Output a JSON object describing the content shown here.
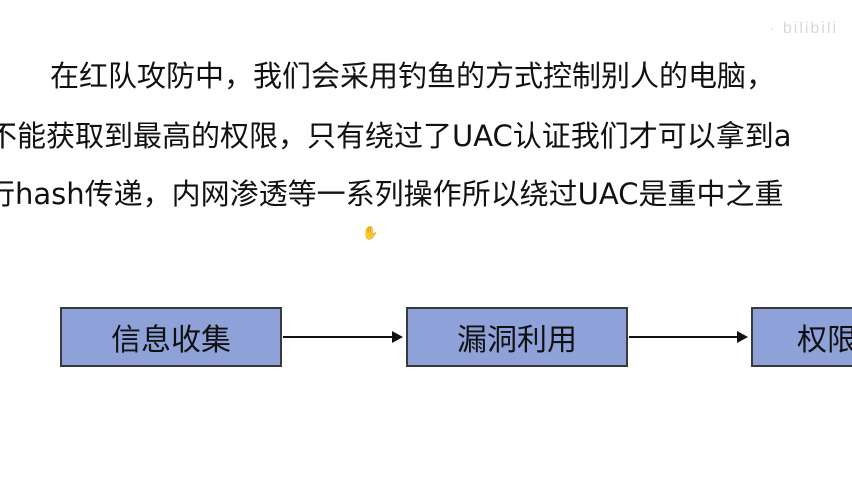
{
  "paragraph": {
    "line1": "在红队攻防中，我们会采用钓鱼的方式控制别人的电脑，",
    "line2": "不能获取到最高的权限，只有绕过了UAC认证我们才可以拿到a",
    "line3": "行hash传递，内网渗透等一系列操作所以绕过UAC是重中之重"
  },
  "flow": {
    "steps": [
      "信息收集",
      "漏洞利用",
      "权限"
    ]
  },
  "watermark": "· bilibili",
  "cursor_icon": "hand-cursor",
  "colors": {
    "box_fill": "#8ea2d9",
    "box_border": "#3a3a3a",
    "arrow": "#111111",
    "text": "#111111"
  }
}
